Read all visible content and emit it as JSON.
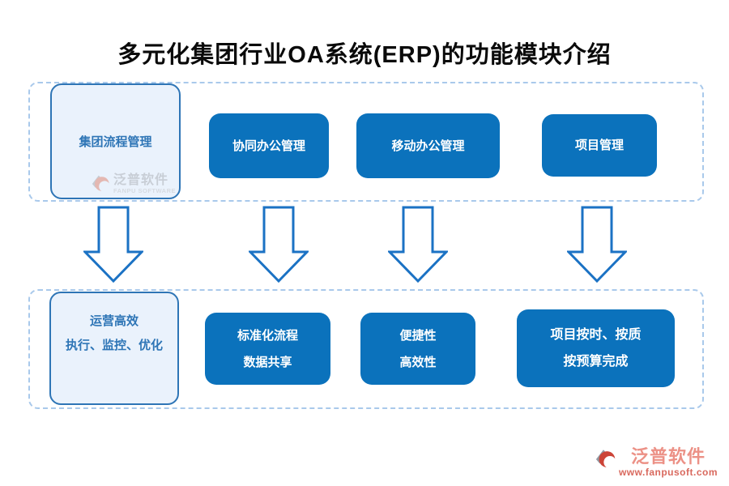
{
  "title": "多元化集团行业OA系统(ERP)的功能模块介绍",
  "colors": {
    "module_blue": "#0b72bc",
    "light_box_fill": "#eaf2fc",
    "light_box_border": "#2e75b6",
    "dashed_border": "#a9c9eb",
    "arrow_stroke": "#1b72c4",
    "title_color": "#0a0a0a",
    "brand_salmon": "#ec9186",
    "brand_url_red": "#d9695e"
  },
  "top_row": {
    "source_box": {
      "label": "集团流程管理"
    },
    "modules": [
      {
        "label": "协同办公管理"
      },
      {
        "label": "移动办公管理"
      },
      {
        "label": "项目管理"
      }
    ]
  },
  "bottom_row": {
    "outcome_box": {
      "lines": [
        "运营高效",
        "执行、监控、优化"
      ]
    },
    "benefits": [
      {
        "lines": [
          "标准化流程",
          "数据共享"
        ]
      },
      {
        "lines": [
          "便捷性",
          "高效性"
        ]
      },
      {
        "lines": [
          "项目按时、按质",
          "按预算完成"
        ]
      }
    ]
  },
  "watermark": {
    "name": "泛普软件",
    "subtitle": "FANPU SOFTWARE"
  },
  "brand": {
    "name": "泛普软件",
    "url": "www.fanpusoft.com"
  }
}
